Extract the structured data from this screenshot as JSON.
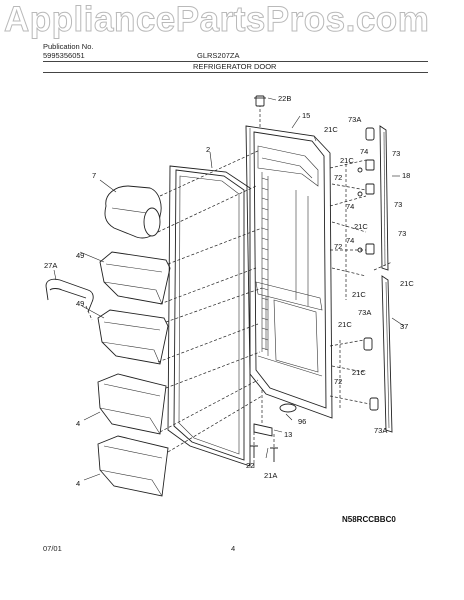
{
  "watermark": "AppliancePartsPros.com",
  "header": {
    "publication_label": "Publication No.",
    "publication_no": "5995356051",
    "model": "GLRS207ZA",
    "section_title": "REFRIGERATOR DOOR"
  },
  "callouts": {
    "c22b": "22B",
    "c15": "15",
    "c73a_top": "73A",
    "c21c_a": "21C",
    "c74_a": "74",
    "c73_a": "73",
    "c21c_b": "21C",
    "c18": "18",
    "c72_a": "72",
    "c74_b": "74",
    "c73_b": "73",
    "c21c_c": "21C",
    "c74_c": "74",
    "c73_c": "73",
    "c72_b": "72",
    "c21c_d": "21C",
    "c21c_e": "21C",
    "c2": "2",
    "c7": "7",
    "c49_a": "49",
    "c27a": "27A",
    "c49_b": "49",
    "c73a_mid": "73A",
    "c37": "37",
    "c21c_f": "21C",
    "c21c_g": "21C",
    "c72_c": "72",
    "c73a_bot": "73A",
    "c96": "96",
    "c13": "13",
    "c4_a": "4",
    "c22": "22",
    "c21a": "21A",
    "c4_b": "4"
  },
  "diagram_code": "N58RCCBBC0",
  "footer": {
    "date": "07/01",
    "page": "4"
  }
}
